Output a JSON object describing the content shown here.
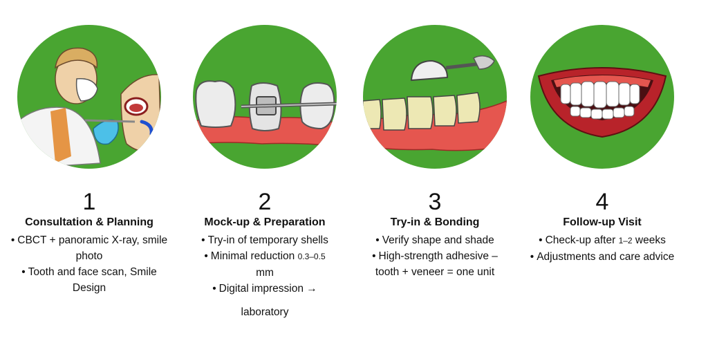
{
  "bullet_glyph": "•",
  "steps": [
    {
      "number": "1",
      "title": "Consultation & Planning",
      "bullets": [
        "CBCT + panoramic X-ray, smile photo",
        "Tooth and face scan, Smile Design"
      ],
      "image": "dentist-examining-patient"
    },
    {
      "number": "2",
      "title": "Mock-up & Preparation",
      "bullets": [
        "Try-in of temporary shells",
        "Minimal reduction",
        "Digital impression →",
        "laboratory"
      ],
      "reduction_range": "0.3–0.5",
      "reduction_unit": "mm",
      "image": "teeth-with-mockup-tool"
    },
    {
      "number": "3",
      "title": "Try-in & Bonding",
      "bullets": [
        "Verify shape and shade",
        "High-strength adhesive –",
        "tooth + veneer = one unit"
      ],
      "image": "veneer-placement-tool"
    },
    {
      "number": "4",
      "title": "Follow-up Visit",
      "bullets": [
        "Check-up after",
        "Adjustments and care advice"
      ],
      "checkup_range": "1–2",
      "checkup_unit": "weeks",
      "image": "smile-with-veneers"
    }
  ],
  "colors": {
    "circle_green": "#49a531",
    "gum_red": "#e5564f",
    "tooth": "#f1efdd",
    "veneer": "#ede8b4",
    "lip_red": "#b8232a"
  }
}
